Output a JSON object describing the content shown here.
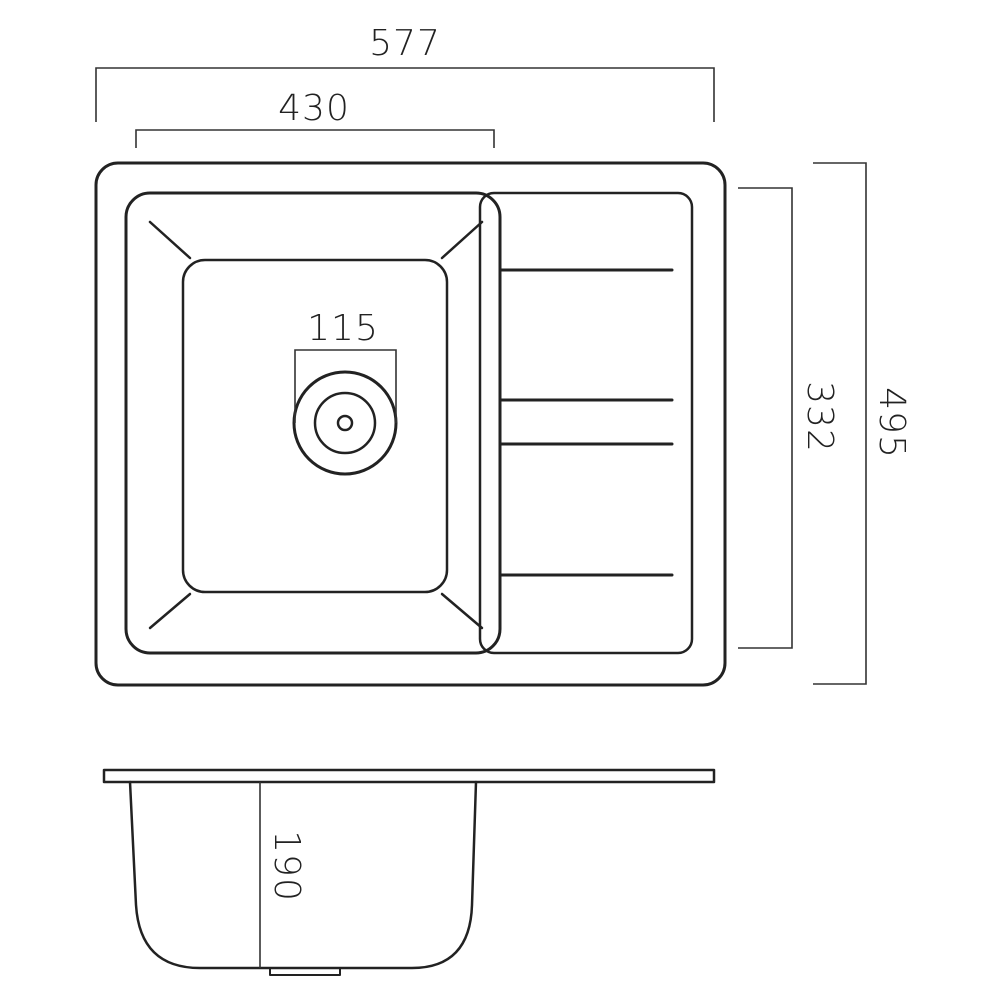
{
  "dimensions": {
    "overall_width": "577",
    "bowl_width": "430",
    "drain_diameter": "115",
    "bowl_length": "332",
    "overall_length": "495",
    "depth": "190"
  },
  "colors": {
    "line": "#222222",
    "background": "#ffffff"
  }
}
